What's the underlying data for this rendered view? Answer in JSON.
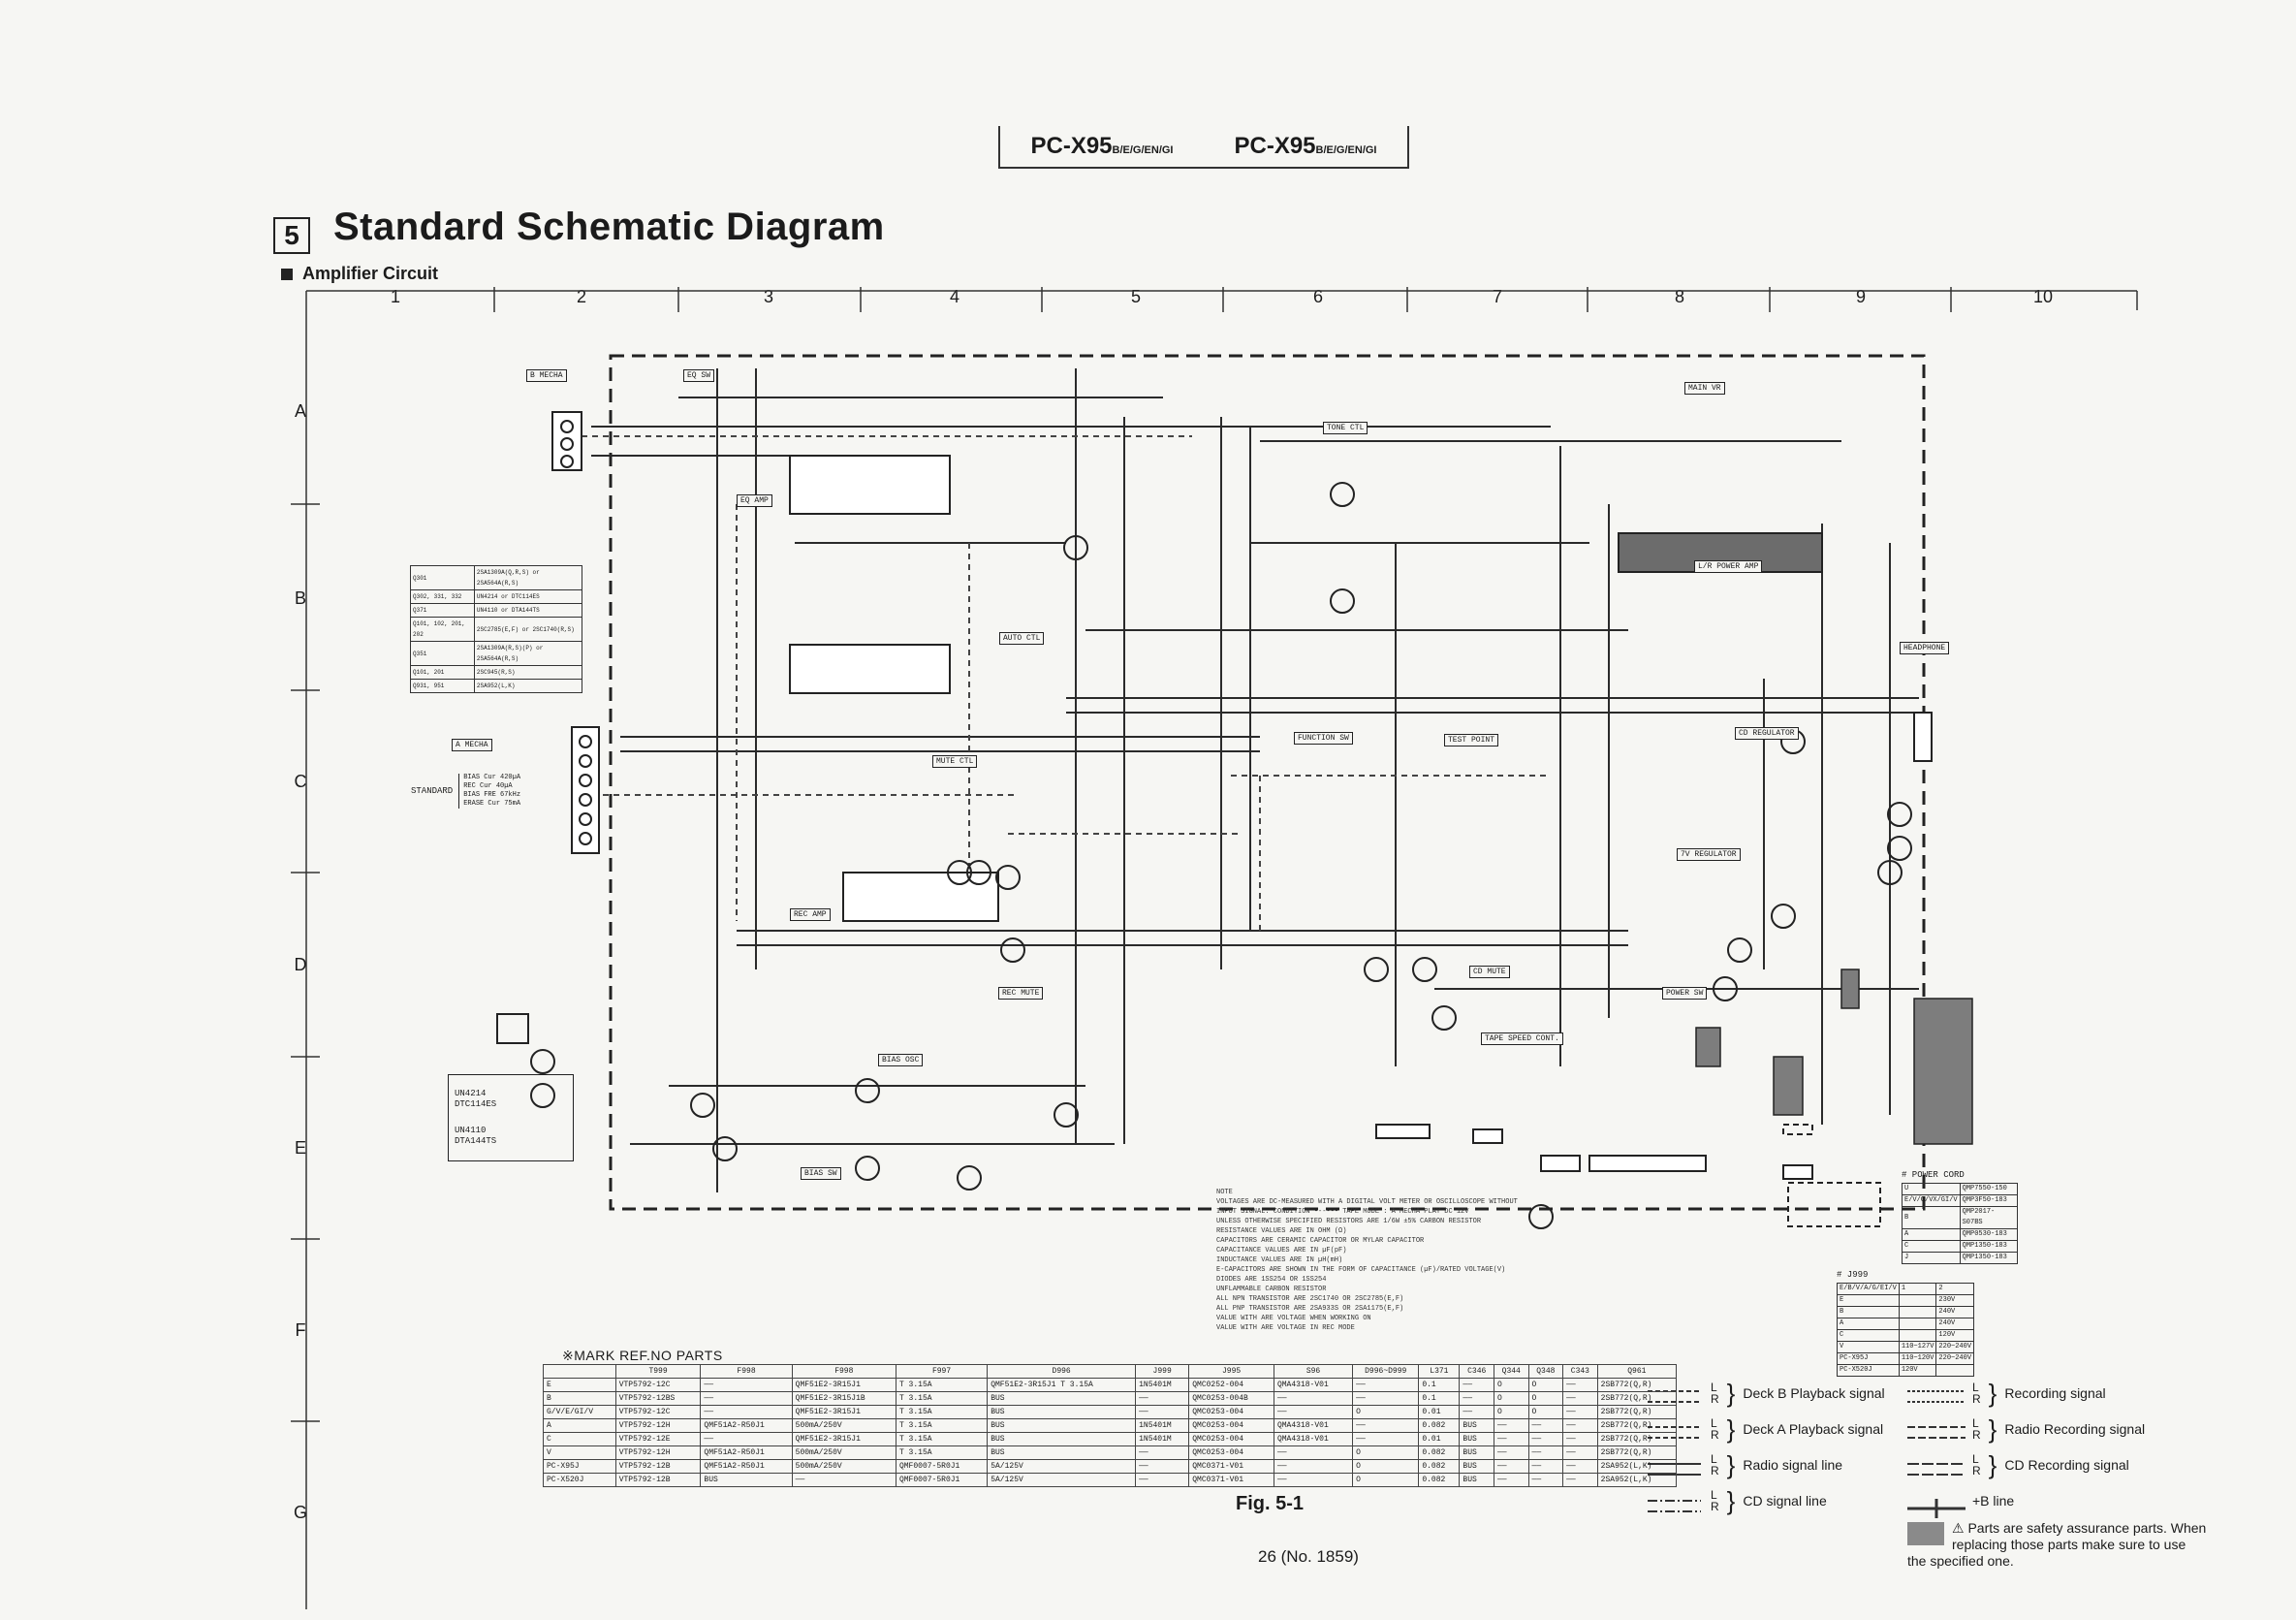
{
  "header": {
    "models": [
      {
        "name": "PC-X95",
        "suffix": "B/E/G/EN/GI"
      },
      {
        "name": "PC-X95",
        "suffix": "B/E/G/EN/GI"
      }
    ]
  },
  "section": {
    "number": "5",
    "title": "Standard Schematic Diagram",
    "subtitle": "Amplifier Circuit"
  },
  "grid": {
    "columns": [
      "1",
      "2",
      "3",
      "4",
      "5",
      "6",
      "7",
      "8",
      "9",
      "10"
    ],
    "rows": [
      "A",
      "B",
      "C",
      "D",
      "E",
      "F",
      "G"
    ]
  },
  "schematic": {
    "blocks": [
      {
        "id": "b-mecha",
        "label": "B MECHA"
      },
      {
        "id": "a-mecha",
        "label": "A MECHA"
      },
      {
        "id": "eq-sw",
        "label": "EQ SW"
      },
      {
        "id": "eq-amp",
        "label": "EQ AMP"
      },
      {
        "id": "rec-amp",
        "label": "REC AMP"
      },
      {
        "id": "rec-mute",
        "label": "REC MUTE"
      },
      {
        "id": "mute-ctl",
        "label": "MUTE CTL"
      },
      {
        "id": "auto-ctl",
        "label": "AUTO CTL"
      },
      {
        "id": "tone-ctl",
        "label": "TONE CTL"
      },
      {
        "id": "main-vol",
        "label": "MAIN VR"
      },
      {
        "id": "power-amp",
        "label": "L/R POWER AMP"
      },
      {
        "id": "cd-regulator",
        "label": "CD REGULATOR"
      },
      {
        "id": "tv-regulator",
        "label": "7V REGULATOR"
      },
      {
        "id": "bias-osc",
        "label": "BIAS OSC"
      },
      {
        "id": "bias-sw",
        "label": "BIAS SW"
      },
      {
        "id": "function-sw",
        "label": "FUNCTION SW"
      },
      {
        "id": "test-point",
        "label": "TEST POINT"
      },
      {
        "id": "cd-mute",
        "label": "CD MUTE"
      },
      {
        "id": "tape-speed",
        "label": "TAPE SPEED CONT."
      },
      {
        "id": "headphone",
        "label": "HEADPHONE"
      },
      {
        "id": "power-sw",
        "label": "POWER SW"
      }
    ],
    "left_table": [
      [
        "Q301",
        "2SA1309A(Q,R,S) or 2SA564A(R,S)"
      ],
      [
        "Q302, 331, 332",
        "UN4214 or DTC114ES"
      ],
      [
        "Q371",
        "UN4110 or DTA144TS"
      ],
      [
        "Q101, 102, 201, 202",
        "2SC2785(E,F) or 2SC1740(R,S)"
      ],
      [
        "Q351",
        "2SA1309A(R,S)(P) or 2SA564A(R,S)"
      ],
      [
        "Q101, 201",
        "2SC945(R,S)"
      ],
      [
        "Q931, 951",
        "2SA952(L,K)"
      ]
    ],
    "mini_transistors": [
      {
        "part": "UN4214",
        "alt": "DTC114ES"
      },
      {
        "part": "UN4110",
        "alt": "DTA144TS"
      }
    ],
    "heads": [
      {
        "label": "STANDARD",
        "items": [
          "BIAS Cur 420µA",
          "REC Cur 40µA",
          "BIAS FRE 67kHz",
          "ERASE Cur 75mA"
        ]
      }
    ],
    "power_code_title": "# POWER CORD",
    "power_code": [
      [
        "U",
        "QMP7550-150"
      ],
      [
        "E/V/G/VX/GI/V",
        "QMP3F50-183"
      ],
      [
        "B",
        "QMP2017-S07BS"
      ],
      [
        "A",
        "QMP0530-183"
      ],
      [
        "C",
        "QMP1350-183"
      ],
      [
        "J",
        "QMP1350-183"
      ]
    ],
    "voltage_table_title": "# J999",
    "voltage_table": [
      [
        "E/B/V/A/G/EI/V",
        "1",
        "2"
      ],
      [
        "E",
        "",
        "230V"
      ],
      [
        "B",
        "",
        "240V"
      ],
      [
        "A",
        "",
        "240V"
      ],
      [
        "C",
        "",
        "120V"
      ],
      [
        "V",
        "110~127V",
        "220~240V"
      ],
      [
        "PC-X95J",
        "110~120V",
        "220~240V"
      ],
      [
        "PC-X520J",
        "120V",
        ""
      ]
    ],
    "note_lines": [
      "NOTE",
      "VOLTAGES ARE DC-MEASURED WITH A DIGITAL VOLT METER OR OSCILLOSCOPE WITHOUT",
      "INPUT SIGNAL.   CONDITION ------ TAPE MODE : A MECHA PLAY DC 12V",
      "UNLESS OTHERWISE SPECIFIED RESISTORS ARE 1/6W ±5% CARBON RESISTOR",
      "RESISTANCE VALUES ARE IN OHM (Ω)",
      "CAPACITORS ARE CERAMIC CAPACITOR OR MYLAR CAPACITOR",
      "CAPACITANCE VALUES ARE IN µF(pF)",
      "INDUCTANCE VALUES ARE IN µH(mH)",
      "E-CAPACITORS ARE SHOWN IN THE FORM OF CAPACITANCE (µF)/RATED VOLTAGE(V)",
      "DIODES ARE 1SS254 OR 1SS254",
      "UNFLAMMABLE CARBON RESISTOR",
      "ALL NPN TRANSISTOR ARE 2SC1740 OR 2SC2785(E,F)",
      "ALL PNP TRANSISTOR ARE 2SA933S OR 2SA1175(E,F)",
      "VALUE WITH  ARE VOLTAGE WHEN WORKING ON",
      "VALUE WITH  ARE VOLTAGE IN REC MODE"
    ]
  },
  "parts_table": {
    "title": "※MARK REF.NO PARTS",
    "headers": [
      "",
      "T999",
      "F998",
      "F998",
      "F997",
      "D996",
      "J999",
      "J995",
      "S96",
      "D996~D999",
      "L371",
      "C346",
      "Q344",
      "Q348",
      "C343",
      "Q961"
    ],
    "rows": [
      [
        "E",
        "VTP5792-12C",
        "——",
        "QMF51E2-3R15J1",
        "T 3.15A",
        "QMF51E2-3R15J1 T 3.15A",
        "1N5401M",
        "QMC0252-004",
        "QMA4318-V01",
        "——",
        "0.1",
        "——",
        "O",
        "O",
        "——",
        "2SB772(Q,R)"
      ],
      [
        "B",
        "VTP5792-12BS",
        "——",
        "QMF51E2-3R15J1B",
        "T 3.15A",
        "BUS",
        "——",
        "QMC0253-004B",
        "——",
        "——",
        "0.1",
        "——",
        "O",
        "O",
        "——",
        "2SB772(Q,R)"
      ],
      [
        "G/V/E/GI/V",
        "VTP5792-12C",
        "——",
        "QMF51E2-3R15J1",
        "T 3.15A",
        "BUS",
        "——",
        "QMC0253-004",
        "——",
        "O",
        "0.01",
        "——",
        "O",
        "O",
        "——",
        "2SB772(Q,R)"
      ],
      [
        "A",
        "VTP5792-12H",
        "QMF51A2-R50J1",
        "500mA/250V",
        "T 3.15A",
        "BUS",
        "1N5401M",
        "QMC0253-004",
        "QMA4318-V01",
        "——",
        "0.082",
        "BUS",
        "——",
        "——",
        "——",
        "2SB772(Q,R)"
      ],
      [
        "C",
        "VTP5792-12E",
        "——",
        "QMF51E2-3R15J1",
        "T 3.15A",
        "BUS",
        "1N5401M",
        "QMC0253-004",
        "QMA4318-V01",
        "——",
        "0.01",
        "BUS",
        "——",
        "——",
        "——",
        "2SB772(Q,R)"
      ],
      [
        "V",
        "VTP5792-12H",
        "QMF51A2-R50J1",
        "500mA/250V",
        "T 3.15A",
        "BUS",
        "——",
        "QMC0253-004",
        "——",
        "O",
        "0.082",
        "BUS",
        "——",
        "——",
        "——",
        "2SB772(Q,R)"
      ],
      [
        "PC-X95J",
        "VTP5792-12B",
        "QMF51A2-R50J1",
        "500mA/250V",
        "QMF0007-5R0J1",
        "5A/125V",
        "——",
        "QMC0371-V01",
        "——",
        "O",
        "0.082",
        "BUS",
        "——",
        "——",
        "——",
        "2SA952(L,K)"
      ],
      [
        "PC-X520J",
        "VTP5792-12B",
        "BUS",
        "——",
        "QMF0007-5R0J1",
        "5A/125V",
        "——",
        "QMC0371-V01",
        "——",
        "O",
        "0.082",
        "BUS",
        "——",
        "——",
        "——",
        "2SA952(L,K)"
      ]
    ]
  },
  "legend": {
    "left": [
      "Deck B Playback signal",
      "Deck A Playback signal",
      "Radio signal line",
      "CD signal line"
    ],
    "right": [
      "Recording signal",
      "Radio Recording signal",
      "CD Recording signal",
      "+B line"
    ],
    "safety": "Parts are safety assurance parts. When replacing those parts make sure to use the specified one."
  },
  "footer": {
    "figure": "Fig. 5-1",
    "page": "26 (No. 1859)"
  }
}
